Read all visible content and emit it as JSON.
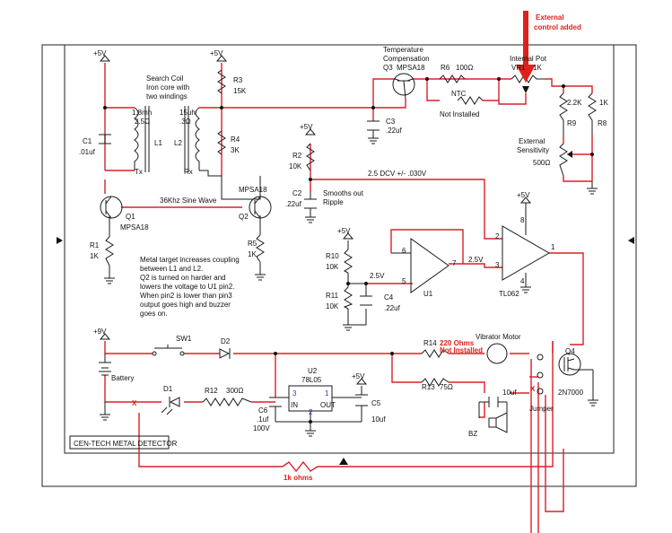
{
  "annotations": {
    "external_control": [
      "External",
      "control added"
    ],
    "one_k_ohms": "1k ohms",
    "r14_value": "220 Ohms",
    "r14_status": "Not Installed",
    "x_mark": "X"
  },
  "labels": {
    "plus5v": "+5V",
    "plus9v": "+9V",
    "search_coil": [
      "Search Coil",
      "Iron core with",
      "two windings"
    ],
    "temp_comp": [
      "Temperature",
      "Compensation"
    ],
    "internal_pot": "Internal Pot",
    "vr1": "VR1",
    "vr1_value": "1K",
    "l1_value": [
      "1.8mh",
      "2.5Ω"
    ],
    "l1": "L1",
    "tx": "Tx",
    "c1": "C1",
    "c1_value": ".01uf",
    "l2_value": [
      "15uh",
      ".3Ω"
    ],
    "l2": "L2",
    "rx": "Rx",
    "r3": "R3",
    "r3_value": "15K",
    "r4": "R4",
    "r4_value": "3K",
    "q3": "Q3",
    "q3_type": "MPSA18",
    "r6": "R6",
    "r6_value": "100Ω",
    "ntc": "NTC",
    "ntc_status": "Not Installed",
    "c3": "C3",
    "c3_value": ".22uf",
    "r9_value": "2.2K",
    "r9": "R9",
    "r8_value": "1K",
    "r8": "R8",
    "ext_sens": [
      "External",
      "Sensitivity"
    ],
    "ext_sens_value": "500Ω",
    "r2": "R2",
    "r2_value": "10K",
    "c2": "C2",
    "c2_value": ".22uf",
    "smooth": [
      "Smooths out",
      "Ripple"
    ],
    "dcv": "2.5 DCV +/- .030V",
    "sine": "36Khz  Sine Wave",
    "q1": "Q1",
    "q1_type": "MPSA18",
    "q2": "Q2",
    "q2_type": "MPSA18",
    "r1": "R1",
    "r1_value": "1K",
    "r5": "R5",
    "r5_value": "1K",
    "description": [
      "Metal target increases coupling",
      "between L1 and L2.",
      "Q2 is turned on harder and",
      "lowers the voltage to U1 pin2.",
      "When pin2 is lower than pin3",
      "output goes high and buzzer",
      "goes on."
    ],
    "r10": "R10",
    "r10_value": "10K",
    "r11": "R11",
    "r11_value": "10K",
    "v25a": "2.5V",
    "v25b": "2.5V",
    "c4": "C4",
    "c4_value": ".22uf",
    "u1": "U1",
    "tl062": "TL062",
    "pin6": "6",
    "pin5": "5",
    "pin7": "7",
    "pin2": "2",
    "pin3": "3",
    "pin1": "1",
    "pin8": "8",
    "pin4": "4",
    "sw1": "SW1",
    "d2": "D2",
    "r14": "R14",
    "vib_motor": "Vibrator Motor",
    "q4": "Q4",
    "battery": "Battery",
    "d1": "D1",
    "r12": "R12",
    "r12_value": "300Ω",
    "u2": "U2",
    "u2_type": "78L05",
    "in": "IN",
    "out": "OUT",
    "u2_pin1": "1",
    "u2_pin2": "2",
    "u2_pin3": "3",
    "c6": "C6",
    "c6_value": [
      ".1uf",
      "100V"
    ],
    "c5": "C5",
    "c5_value": "10uf",
    "r13": "R13",
    "r13_value": "75Ω",
    "c7_value": "10uf",
    "jumper": "Jumper",
    "q4_type": "2N7000",
    "bz": "BZ",
    "title_box": "CEN-TECH  METAL DETECTOR"
  }
}
